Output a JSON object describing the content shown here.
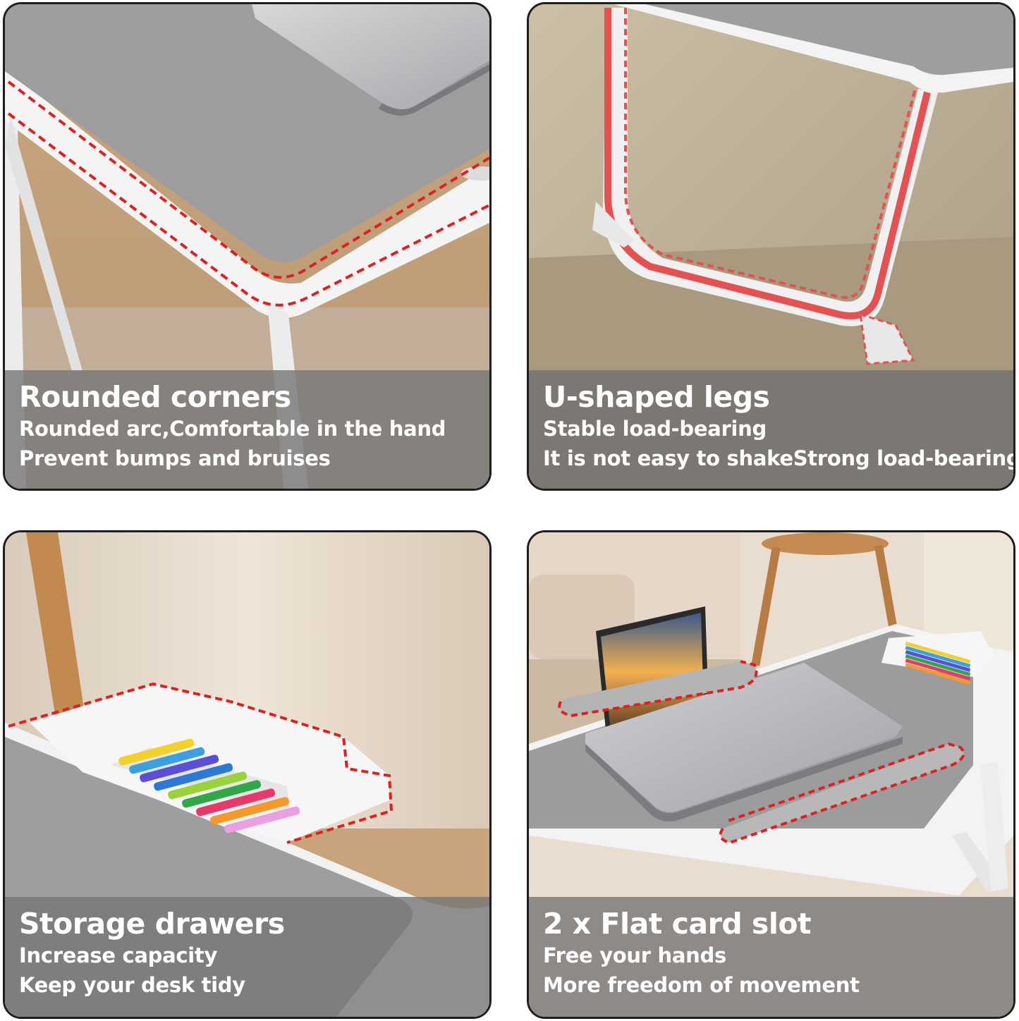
{
  "panels": [
    {
      "id": "rounded-corners",
      "title": "Rounded corners",
      "lines": [
        "Rounded arc,Comfortable in the hand",
        "Prevent bumps and bruises"
      ]
    },
    {
      "id": "u-shaped-legs",
      "title": "U-shaped legs",
      "lines": [
        "Stable load-bearing",
        "It is not easy to shakeStrong load-bearing"
      ]
    },
    {
      "id": "storage-drawers",
      "title": "Storage drawers",
      "lines": [
        "Increase capacity",
        "Keep your desk tidy"
      ]
    },
    {
      "id": "flat-card-slot",
      "title": "2 x Flat card slot",
      "lines": [
        "Free your hands",
        "More freedom of movement"
      ]
    }
  ],
  "colors": {
    "highlight_dashed": "#e0201e",
    "caption_overlay": "#767676",
    "tabletop_gray": "#9c9c9c",
    "frame_white": "#f4f4f4"
  }
}
